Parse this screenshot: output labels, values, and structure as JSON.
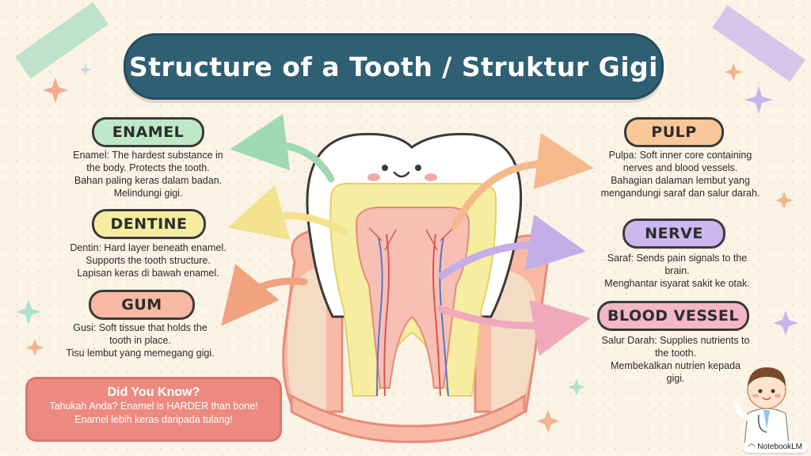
{
  "title": "Structure of a Tooth / Struktur Gigi",
  "labels": {
    "enamel": {
      "name": "ENAMEL",
      "lines": [
        "Enamel: The hardest substance in",
        "the body. Protects the tooth.",
        "Bahan paling keras dalam badan.",
        "Melindungi gigi."
      ]
    },
    "dentine": {
      "name": "DENTINE",
      "lines": [
        "Dentin: Hard layer beneath enamel.",
        "Supports the tooth structure.",
        "Lapisan keras di bawah enamel."
      ]
    },
    "gum": {
      "name": "GUM",
      "lines": [
        "Gusi: Soft tissue that holds the",
        "tooth in place.",
        "Tisu lembut yang memegang gigi."
      ]
    },
    "pulp": {
      "name": "PULP",
      "lines": [
        "Pulpa: Soft inner core containing",
        "nerves and blood vessels.",
        "Bahagian dalaman lembut yang",
        "mengandungi saraf dan salur darah."
      ]
    },
    "nerve": {
      "name": "NERVE",
      "lines": [
        "Saraf: Sends pain signals to the",
        "brain.",
        "Menghantar isyarat sakit ke otak."
      ]
    },
    "blood_vessel": {
      "name": "BLOOD VESSEL",
      "lines": [
        "Salur Darah: Supplies nutrients to",
        "the tooth.",
        "Membekalkan nutrien kepada",
        "gigi."
      ]
    }
  },
  "did_you_know": {
    "title": "Did You Know?",
    "lines": [
      "Tahukah Anda? Enamel is HARDER than bone!",
      "Enamel lebih keras daripada tulang!"
    ]
  },
  "brand": "NotebookLM",
  "colors": {
    "title_bg": "#2f5f73",
    "enamel": "#bfe8c9",
    "dentine": "#f6eda0",
    "gum": "#f7b9a2",
    "pulp": "#f8c79a",
    "nerve": "#ccb8ee",
    "blood_vessel": "#f3b7c8",
    "did_you_know": "#ec8a80"
  }
}
